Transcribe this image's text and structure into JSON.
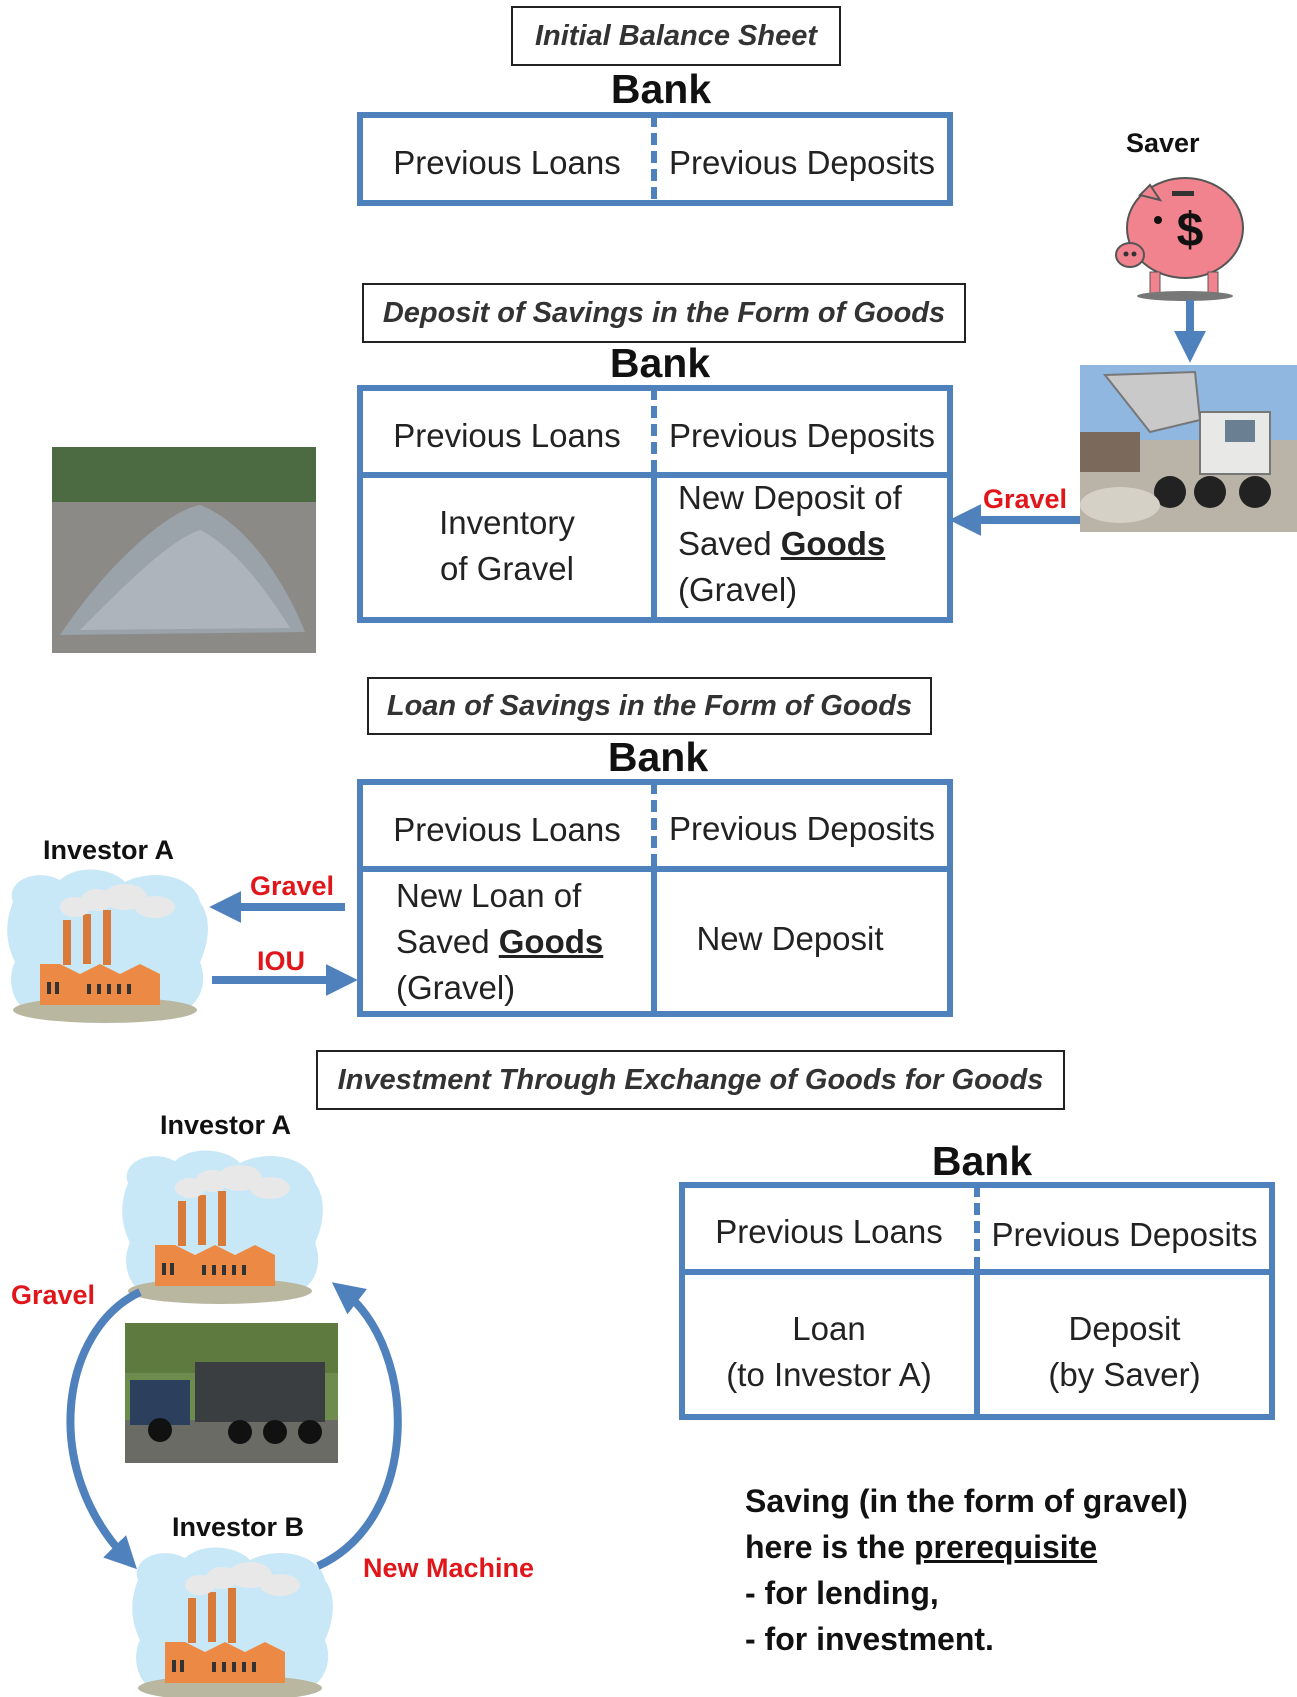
{
  "captions": {
    "initial": "Initial Balance Sheet",
    "deposit": "Deposit of Savings in the Form of Goods",
    "loan": "Loan of Savings in the Form of Goods",
    "investment": "Investment Through Exchange of Goods for Goods"
  },
  "bank_label": "Bank",
  "sheets": {
    "common": {
      "previous_loans": "Previous Loans",
      "previous_deposits": "Previous Deposits"
    },
    "deposit": {
      "asset_line1": "Inventory",
      "asset_line2": "of Gravel",
      "liab_line1": "New Deposit of",
      "liab_line2_prefix": "Saved ",
      "liab_goods": "Goods",
      "liab_line3": "(Gravel)"
    },
    "loan": {
      "asset_line1": "New Loan of",
      "asset_line2_prefix": "Saved ",
      "asset_goods": "Goods",
      "asset_line3": "(Gravel)",
      "liab": "New Deposit"
    },
    "final": {
      "asset_line1": "Loan",
      "asset_line2": "(to Investor A)",
      "liab_line1": "Deposit",
      "liab_line2": "(by Saver)"
    }
  },
  "actors": {
    "saver": "Saver",
    "investor_a": "Investor A",
    "investor_b": "Investor B"
  },
  "flows": {
    "gravel": "Gravel",
    "iou": "IOU",
    "new_machine": "New Machine"
  },
  "note": {
    "line1": "Saving (in the form of gravel)",
    "line2_prefix": "here is the ",
    "line2_emph": "prerequisite",
    "line3": "- for lending,",
    "line4": "- for investment."
  },
  "colors": {
    "accent": "#4f81bd",
    "red": "#e0161b"
  }
}
